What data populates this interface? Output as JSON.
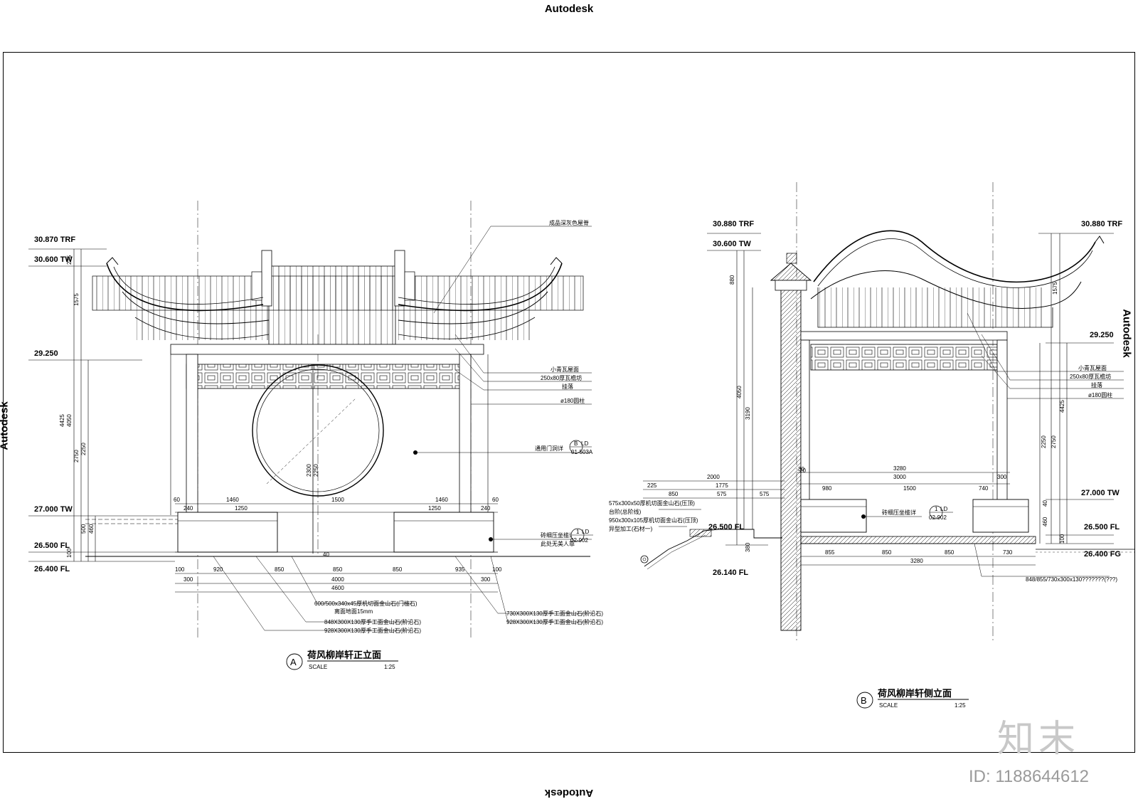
{
  "stamps": {
    "top": "Autodesk",
    "bottom": "Autodesk",
    "left": "Autodesk",
    "right": "Autodesk"
  },
  "watermark": {
    "logo": "知末",
    "id": "ID: 1188644612"
  },
  "view_a": {
    "title": "荷风柳岸轩正立面",
    "marker": "A",
    "scale_label": "SCALE",
    "scale_value": "1:25",
    "levels": [
      "30.870 TRF",
      "30.600 TW",
      "29.250",
      "27.000 TW",
      "26.500 FL",
      "26.400 FL"
    ],
    "vdims": [
      "275",
      "1575",
      "4425",
      "4050",
      "2750",
      "2250",
      "500",
      "460",
      "100",
      "2300",
      "2250",
      "40"
    ],
    "hdims_top": [
      "60",
      "1460",
      "1460",
      "60",
      "240",
      "1250",
      "1500",
      "1250",
      "240"
    ],
    "hdims_bottom": [
      "100",
      "920",
      "850",
      "850",
      "850",
      "935",
      "100",
      "300",
      "4000",
      "300",
      "4600"
    ],
    "notes_right": [
      "成品深灰色屋脊",
      "小青瓦屋面",
      "250x80厚瓦檐坊",
      "挂落",
      "ø180圆柱",
      "通用门洞详",
      "砖细压坐槛详",
      "此处无美人靠"
    ],
    "detail_refs": [
      {
        "top": "B",
        "right": "LD",
        "bottom": "01-503A"
      },
      {
        "top": "1",
        "right": "LD",
        "bottom": "02-902"
      }
    ],
    "notes_bottom": [
      "600/500x340x45厚机切面金山石(门槛石)",
      "离面地面15mm",
      "848X300X130厚手工面金山石(阶沿石)",
      "928X300X130厚手工面金山石(阶沿石)",
      "730X300X130厚手工面金山石(阶沿石)",
      "928X300X130厚手工面金山石(阶沿石)"
    ]
  },
  "view_b": {
    "title": "荷风柳岸轩侧立面",
    "marker": "B",
    "scale_label": "SCALE",
    "scale_value": "1:25",
    "levels": [
      "30.880 TRF",
      "30.600 TW",
      "30.880 TRF",
      "29.250",
      "27.000 TW",
      "26.500 FL",
      "26.500 FL",
      "26.400 FG",
      "26.140 FL"
    ],
    "vdims_left": [
      "880",
      "4050",
      "3190",
      "20",
      "380"
    ],
    "vdims_right": [
      "1575",
      "4425",
      "2250",
      "2750",
      "40",
      "460",
      "100"
    ],
    "hdims_top": [
      "3280",
      "3000",
      "980",
      "1500",
      "740",
      "300",
      "30",
      "2000",
      "225",
      "1775",
      "850",
      "575",
      "575"
    ],
    "hdims_bottom": [
      "855",
      "850",
      "850",
      "730",
      "3280"
    ],
    "notes_right": [
      "小青瓦屋面",
      "250x80厚瓦檐坊",
      "挂落",
      "ø180圆柱"
    ],
    "notes_left": [
      "575x300x50厚机切面金山石(压顶)",
      "台阶(总阶线)",
      "950x300x105厚机切面金山石(压顶)",
      "异型加工(石材一)"
    ],
    "note_center": "砖细压坐槛详",
    "detail_ref": {
      "top": "1",
      "right": "LD",
      "bottom": "02-902"
    },
    "note_bottom": "848/855/730x300x130???????(???)"
  }
}
